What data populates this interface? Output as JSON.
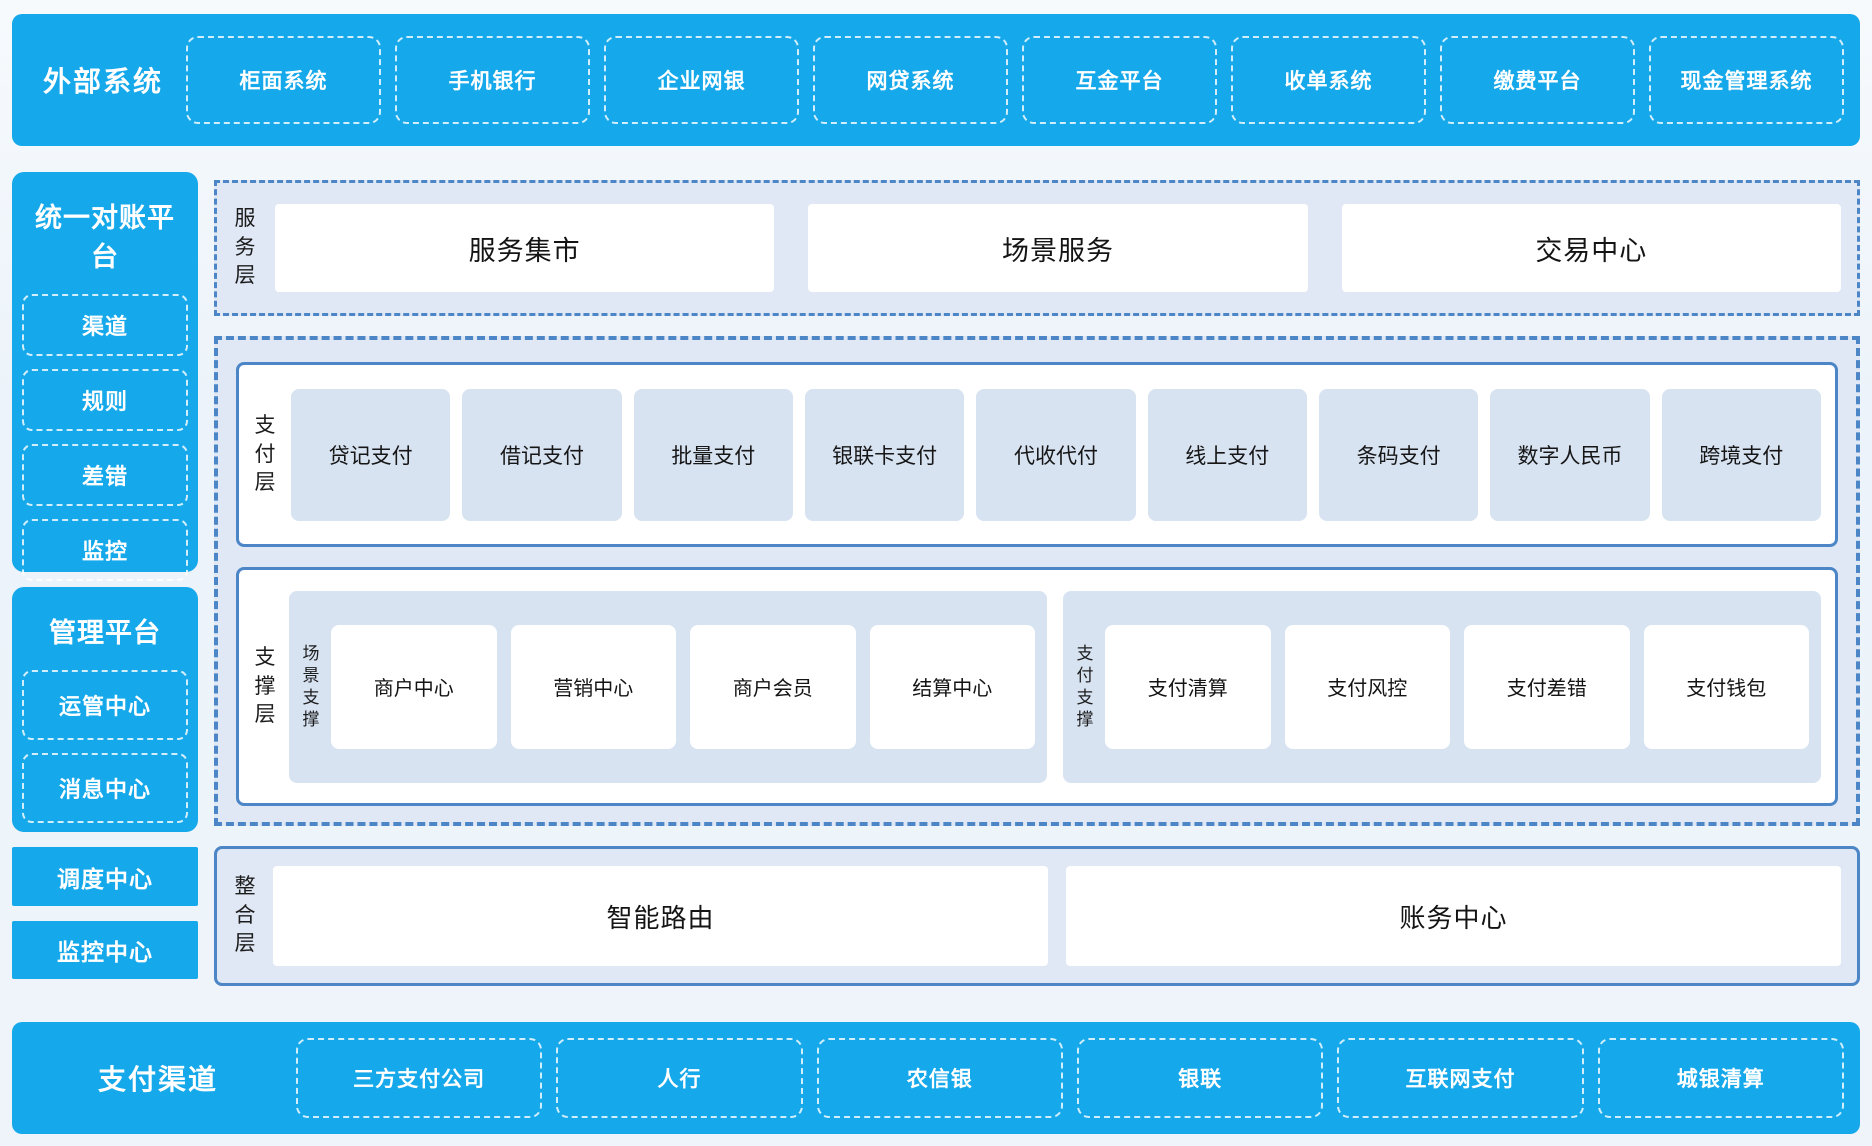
{
  "colors": {
    "accent_blue": "#15a8ea",
    "panel_bg": "#dfe8f4",
    "item_bg": "#d8e3f2",
    "border_blue": "#4c86c6",
    "text_dark": "#161616",
    "text_white": "#ffffff"
  },
  "topbar": {
    "title": "外部系统",
    "items": [
      "柜面系统",
      "手机银行",
      "企业网银",
      "网贷系统",
      "互金平台",
      "收单系统",
      "缴费平台",
      "现金管理系统"
    ]
  },
  "sidebar": {
    "reconciliation": {
      "title": "统一对账平台",
      "items": [
        "渠道",
        "规则",
        "差错",
        "监控"
      ]
    },
    "management": {
      "title": "管理平台",
      "items": [
        "运管中心",
        "消息中心"
      ]
    },
    "dispatch_center": "调度中心",
    "monitor_center": "监控中心"
  },
  "service_layer": {
    "label": "服务层",
    "items": [
      "服务集市",
      "场景服务",
      "交易中心"
    ]
  },
  "payment_layer": {
    "label": "支付层",
    "items": [
      "贷记支付",
      "借记支付",
      "批量支付",
      "银联卡支付",
      "代收代付",
      "线上支付",
      "条码支付",
      "数字人民币",
      "跨境支付"
    ]
  },
  "support_layer": {
    "label": "支撑层",
    "groups": [
      {
        "label": "场景支撑",
        "items": [
          "商户中心",
          "营销中心",
          "商户会员",
          "结算中心"
        ]
      },
      {
        "label": "支付支撑",
        "items": [
          "支付清算",
          "支付风控",
          "支付差错",
          "支付钱包"
        ]
      }
    ]
  },
  "integration_layer": {
    "label": "整合层",
    "items": [
      "智能路由",
      "账务中心"
    ]
  },
  "bottombar": {
    "title": "支付渠道",
    "items": [
      "三方支付公司",
      "人行",
      "农信银",
      "银联",
      "互联网支付",
      "城银清算"
    ]
  }
}
